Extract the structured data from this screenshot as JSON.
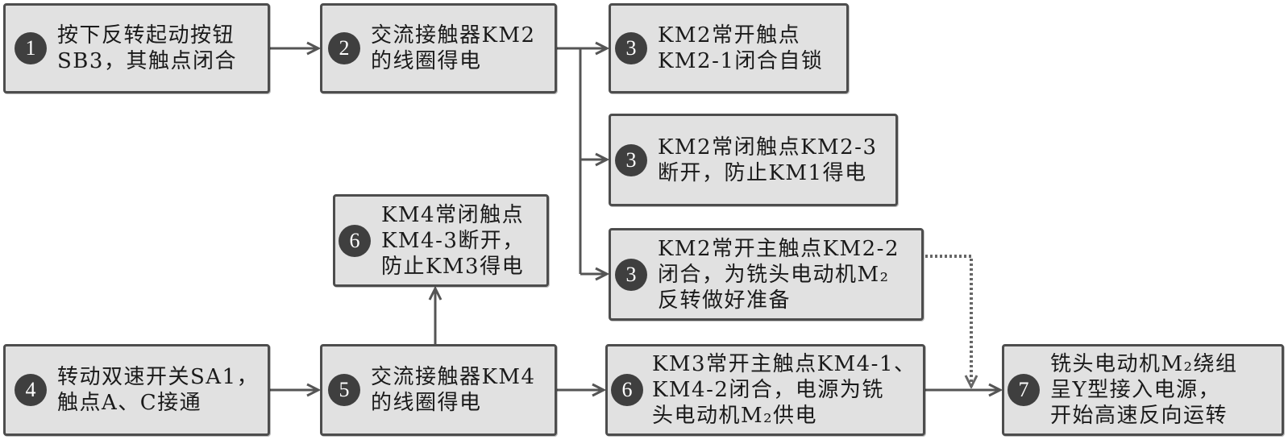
{
  "colors": {
    "box_fill": "#e1e1e1",
    "box_border": "#4d4d4d",
    "badge_fill": "#3f3f3f",
    "badge_text": "#ffffff",
    "text": "#1a1a1a",
    "arrow": "#555555"
  },
  "steps": {
    "press_button": {
      "num": "1",
      "lines": [
        "按下反转起动按钮",
        "SB3，其触点闭合"
      ]
    },
    "km2_coil": {
      "num": "2",
      "lines": [
        "交流接触器KM2",
        "的线圈得电"
      ]
    },
    "km2_self_lock": {
      "num": "3",
      "lines": [
        "KM2常开触点",
        "KM2-1闭合自锁"
      ]
    },
    "km2_interlock": {
      "num": "3",
      "lines": [
        "KM2常闭触点KM2-3",
        "断开，防止KM1得电"
      ]
    },
    "km2_main_contact": {
      "num": "3",
      "lines": [
        "KM2常开主触点KM2-2",
        "闭合，为铣头电动机M₂",
        "反转做好准备"
      ]
    },
    "km4_interlock": {
      "num": "6",
      "lines": [
        "KM4常闭触点",
        "KM4-3断开，",
        "防止KM3得电"
      ]
    },
    "turn_switch": {
      "num": "4",
      "lines": [
        "转动双速开关SA1，",
        "触点A、C接通"
      ]
    },
    "km4_coil": {
      "num": "5",
      "lines": [
        "交流接触器KM4",
        "的线圈得电"
      ]
    },
    "km4_main_contacts": {
      "num": "6",
      "lines": [
        "KM3常开主触点KM4-1、",
        "KM4-2闭合，电源为铣",
        "头电动机M₂供电"
      ]
    },
    "motor_run": {
      "num": "7",
      "lines": [
        "铣头电动机M₂绕组",
        "呈Y型接入电源，",
        "开始高速反向运转"
      ]
    }
  }
}
